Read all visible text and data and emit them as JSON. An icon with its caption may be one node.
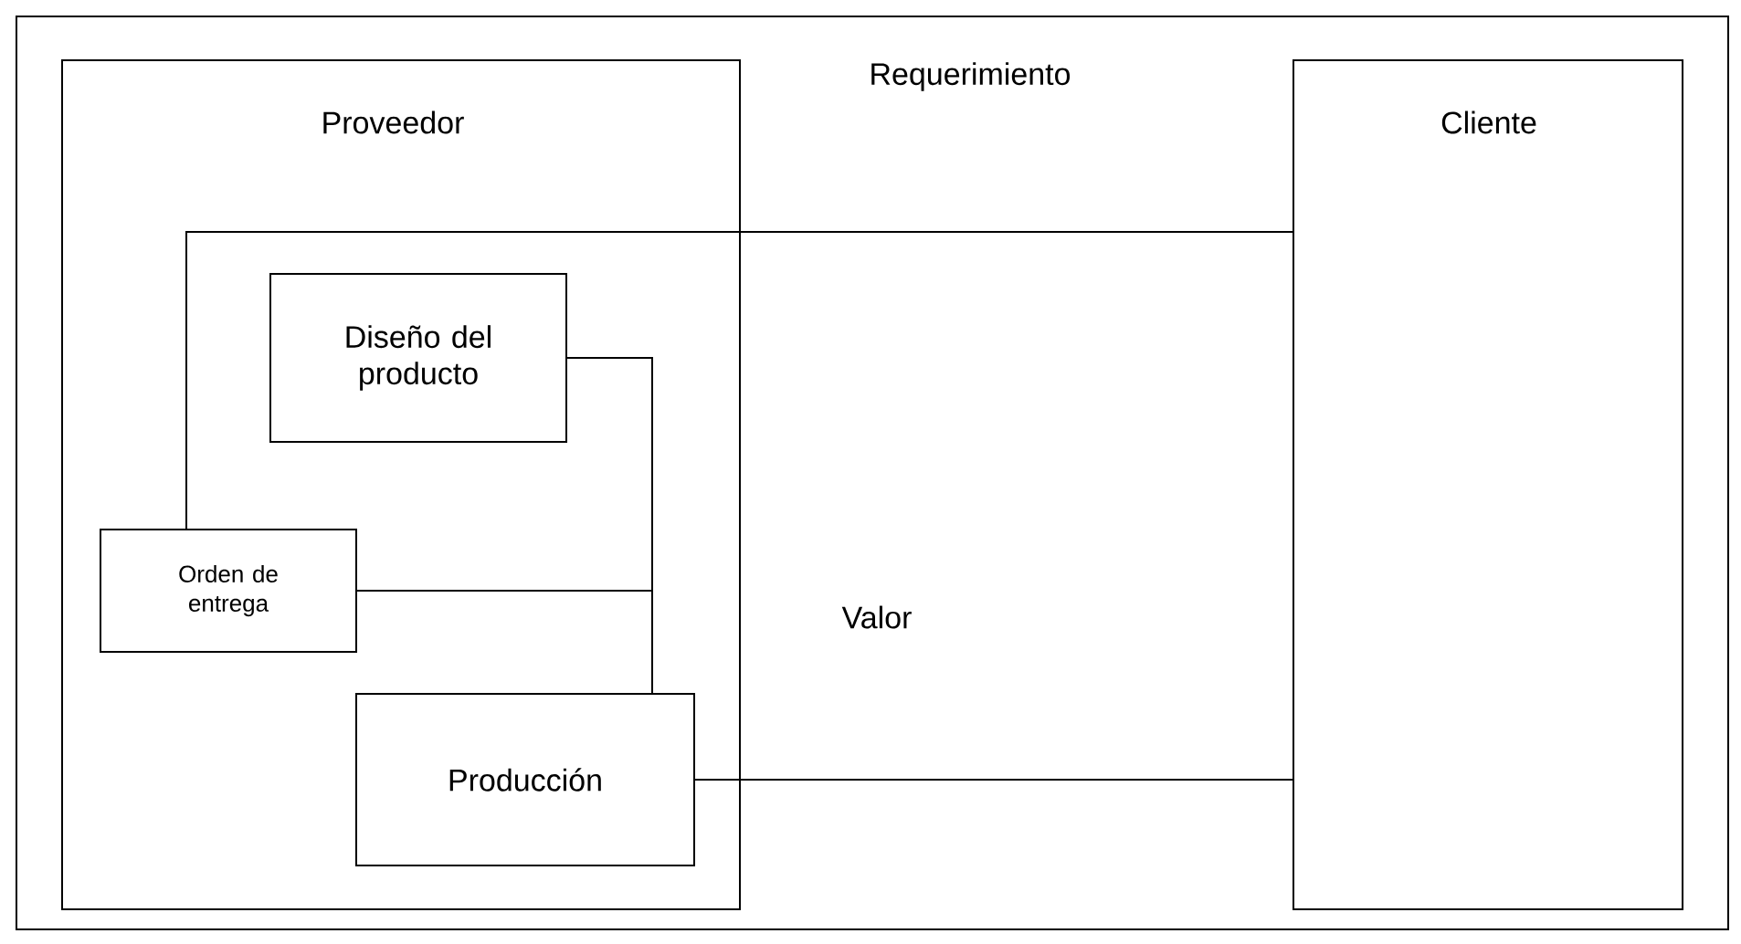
{
  "diagram": {
    "nodes": [
      {
        "text": [
          "Proveedor"
        ]
      },
      {
        "text": [
          "Cliente"
        ]
      },
      {
        "text": [
          "Diseño del producto"
        ],
        "in": 0
      },
      {
        "text": [
          "Orden de entrega"
        ],
        "in": 0
      },
      {
        "text": [
          "Producción"
        ],
        "in": 0
      }
    ],
    "edges": [
      {
        "from": 3,
        "to": 1,
        "arrow": "none"
      },
      {
        "from": 2,
        "to": 4,
        "arrow": "none"
      },
      {
        "from": 3,
        "to": 4,
        "arrow": "none"
      },
      {
        "from": 4,
        "to": 1,
        "arrow": "none"
      }
    ],
    "labels": [
      "Requerimiento",
      "Valor"
    ]
  }
}
